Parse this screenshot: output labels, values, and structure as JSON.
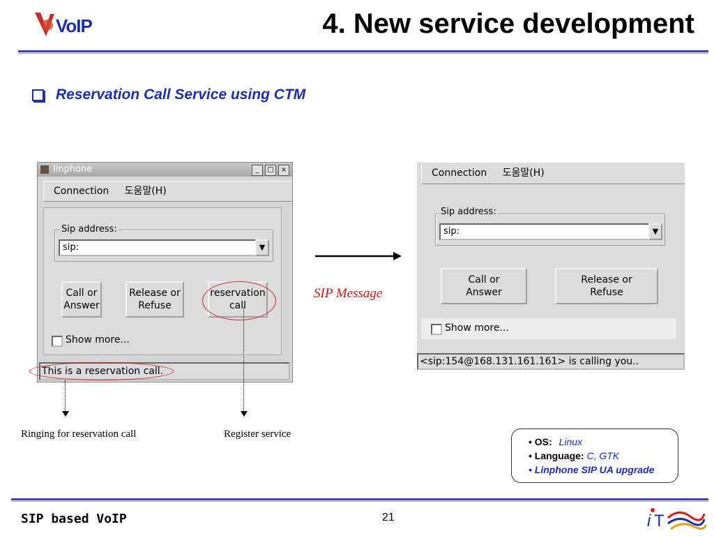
{
  "header": {
    "logo_text": "VoIP",
    "title": "4. New service development"
  },
  "subtitle": "Reservation Call Service using CTM",
  "left_window": {
    "title": "linphone",
    "menu": [
      "Connection",
      "도움말(H)"
    ],
    "sip_group_label": "Sip address:",
    "sip_value": "sip:",
    "buttons": [
      "Call or\nAnswer",
      "Release or\nRefuse",
      "reservation\ncall"
    ],
    "show_more": "Show more...",
    "status": "This is a reservation call."
  },
  "right_window": {
    "menu": [
      "Connection",
      "도움말(H)"
    ],
    "sip_group_label": "Sip address:",
    "sip_value": "sip:",
    "buttons": [
      "Call or\nAnswer",
      "Release or\nRefuse"
    ],
    "show_more": "Show more...",
    "status": "<sip:154@168.131.161.161> is calling you.."
  },
  "arrow_label": "SIP Message",
  "captions": {
    "left": "Ringing for reservation call",
    "right": "Register service"
  },
  "info": {
    "os_label": "OS:",
    "os_value": "Linux",
    "lang_label": "Language:",
    "lang_value": "C, GTK",
    "upgrade": "Linphone SIP UA upgrade"
  },
  "footer": {
    "left": "SIP based VoIP",
    "page": "21"
  },
  "colors": {
    "accent": "#1c2fa8",
    "rule": "#3d3dc8",
    "highlight": "#d02020",
    "sip_message": "#c01818"
  }
}
